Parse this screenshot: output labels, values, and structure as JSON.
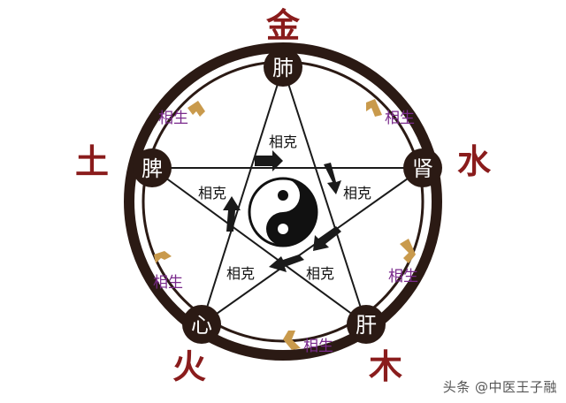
{
  "elements": {
    "metal": "金",
    "water": "水",
    "wood": "木",
    "fire": "火",
    "earth": "土"
  },
  "organs": {
    "lung": "肺",
    "kidney": "肾",
    "liver": "肝",
    "heart": "心",
    "spleen": "脾"
  },
  "relations": {
    "generate": "相生",
    "restrain": "相克"
  },
  "watermark": "头条 @中医王子融",
  "colors": {
    "element_red": "#8a1c1c",
    "ring_dark": "#2b1a14",
    "generate_text": "#7a2a8c",
    "arrow_gold": "#c99a4c",
    "line_dark": "#1a1a1a"
  },
  "icons": {
    "center": "yin-yang-icon",
    "generate_arrow": "chevron-arrow-icon"
  }
}
